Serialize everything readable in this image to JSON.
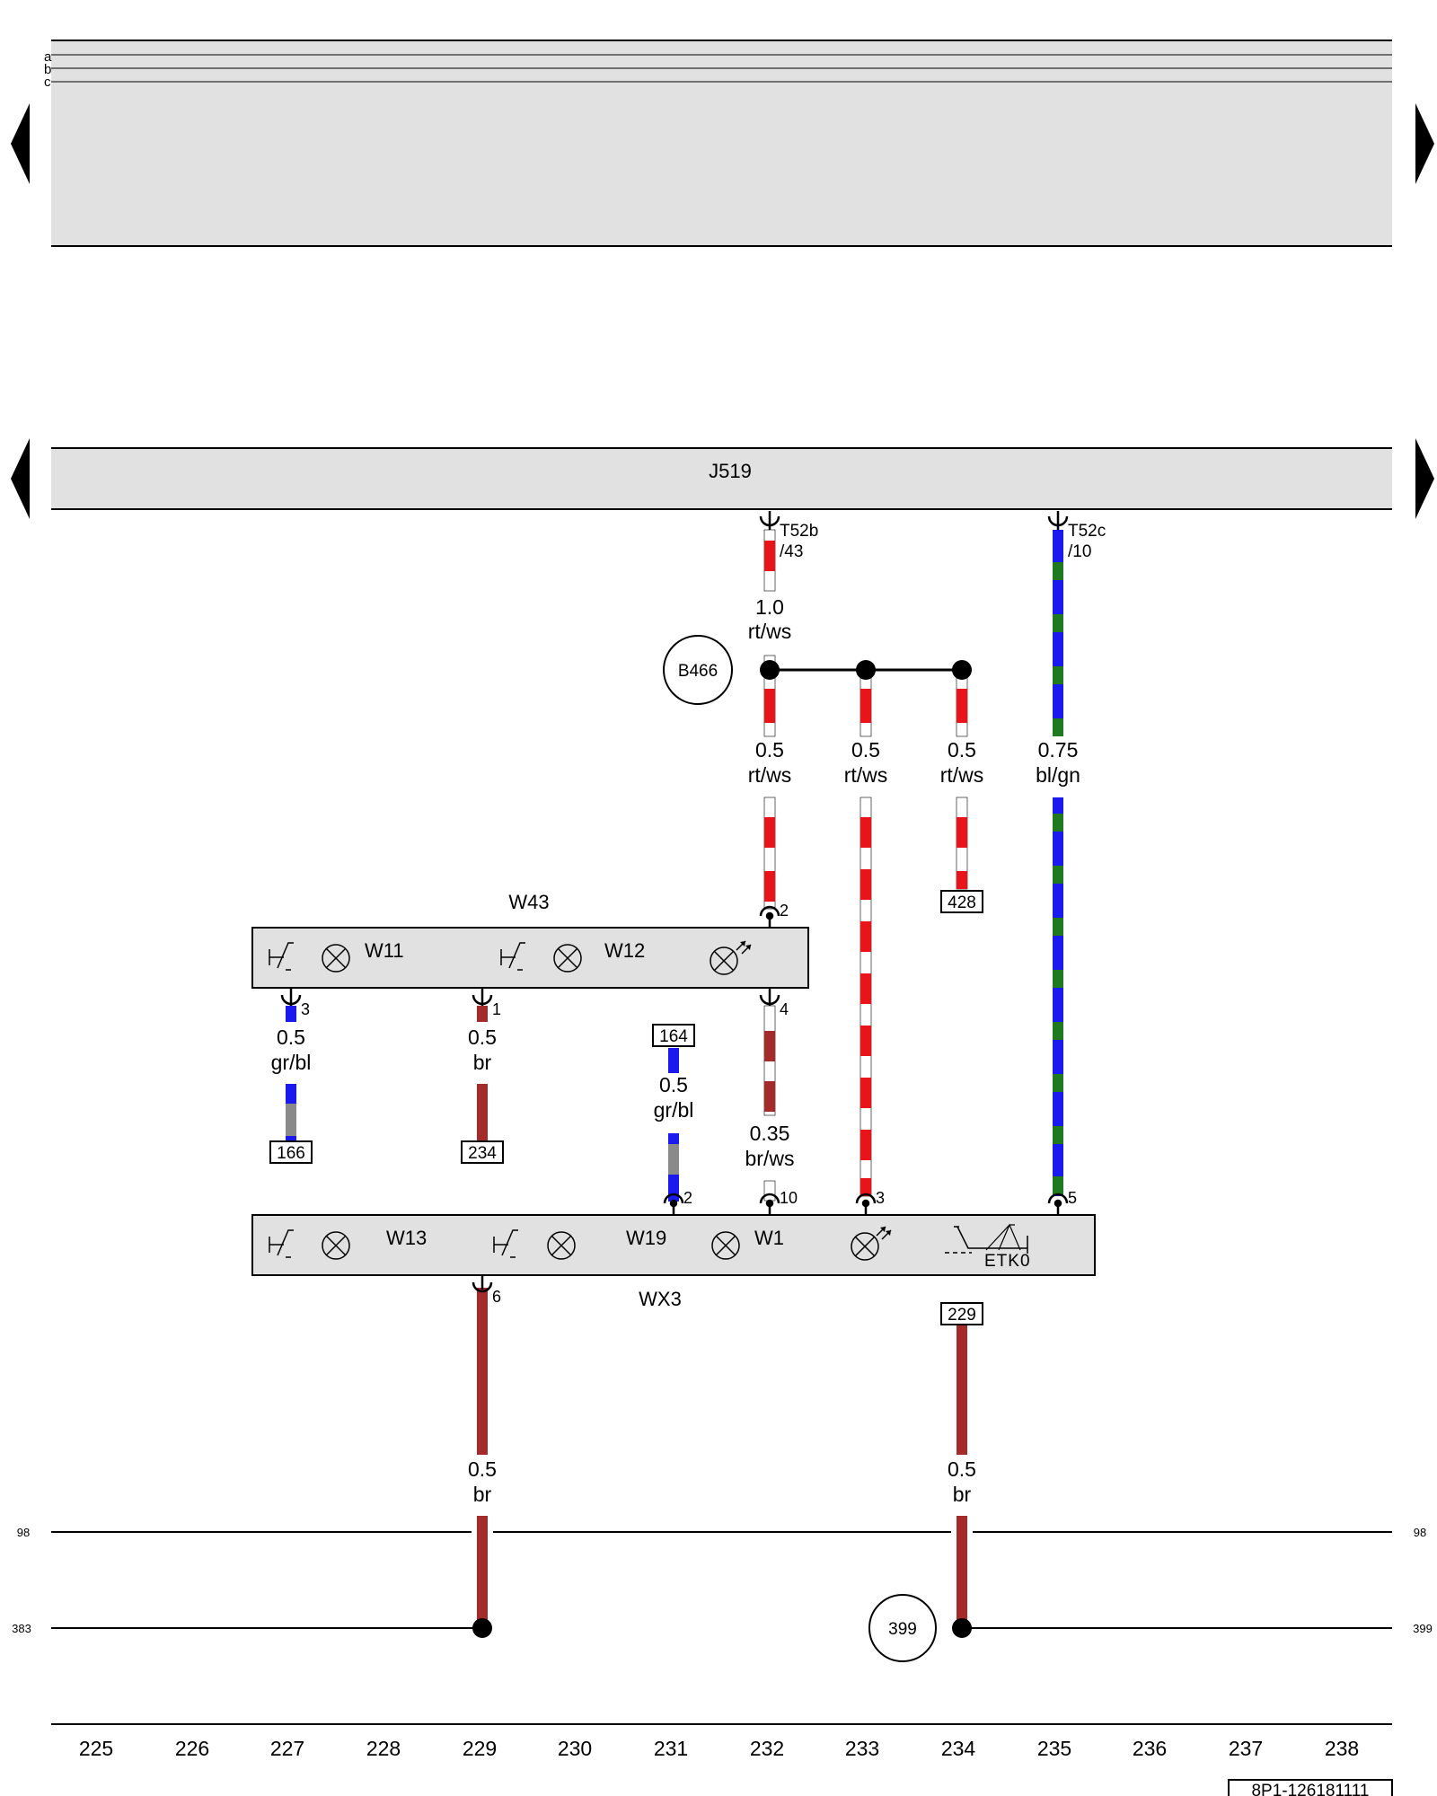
{
  "top_bus": {
    "labels": [
      "a",
      "b",
      "c"
    ]
  },
  "nav": {
    "left_arrow": "previous page",
    "right_arrow": "next page"
  },
  "control_unit": {
    "name": "J519"
  },
  "connectors": {
    "t52b_name": "T52b",
    "t52b_pin": "/43",
    "t52c_name": "T52c",
    "t52c_pin": "/10"
  },
  "splice": {
    "id": "B466"
  },
  "wires": {
    "w_main_size": "1.0",
    "w_main_color": "rt/ws",
    "w_b1_size": "0.5",
    "w_b1_color": "rt/ws",
    "w_b2_size": "0.5",
    "w_b2_color": "rt/ws",
    "w_b3_size": "0.5",
    "w_b3_color": "rt/ws",
    "w_bg_size": "0.75",
    "w_bg_color": "bl/gn",
    "w_p3_size": "0.5",
    "w_p3_color": "gr/bl",
    "w_p1_size": "0.5",
    "w_p1_color": "br",
    "w_164_size": "0.5",
    "w_164_color": "gr/bl",
    "w_p4_size": "0.35",
    "w_p4_color": "br/ws",
    "w_g1_size": "0.5",
    "w_g1_color": "br",
    "w_g2_size": "0.5",
    "w_g2_color": "br"
  },
  "refs": {
    "r428": "428",
    "r164": "164",
    "r166": "166",
    "r234": "234",
    "r229": "229"
  },
  "components": {
    "w43": "W43",
    "w11": "W11",
    "w12": "W12",
    "wx3": "WX3",
    "w13": "W13",
    "w19": "W19",
    "w1": "W1",
    "etk": "ETK0"
  },
  "pins": {
    "w43_2": "2",
    "w43_3": "3",
    "w43_1": "1",
    "w43_4": "4",
    "wx3_2": "2",
    "wx3_10": "10",
    "wx3_3": "3",
    "wx3_5": "5",
    "wx3_6": "6"
  },
  "ground": {
    "line_98_left": "98",
    "line_98_right": "98",
    "line_383_left": "383",
    "line_399_right": "399",
    "point_399": "399"
  },
  "columns": [
    "225",
    "226",
    "227",
    "228",
    "229",
    "230",
    "231",
    "232",
    "233",
    "234",
    "235",
    "236",
    "237",
    "238"
  ],
  "doc_id": "8P1-126181111",
  "colors": {
    "red": "#e8141a",
    "blue": "#1a1aee",
    "green": "#1f7a1f",
    "brown": "#a52a2a",
    "gray": "#8a8a8a",
    "panel": "#e1e1e1"
  }
}
